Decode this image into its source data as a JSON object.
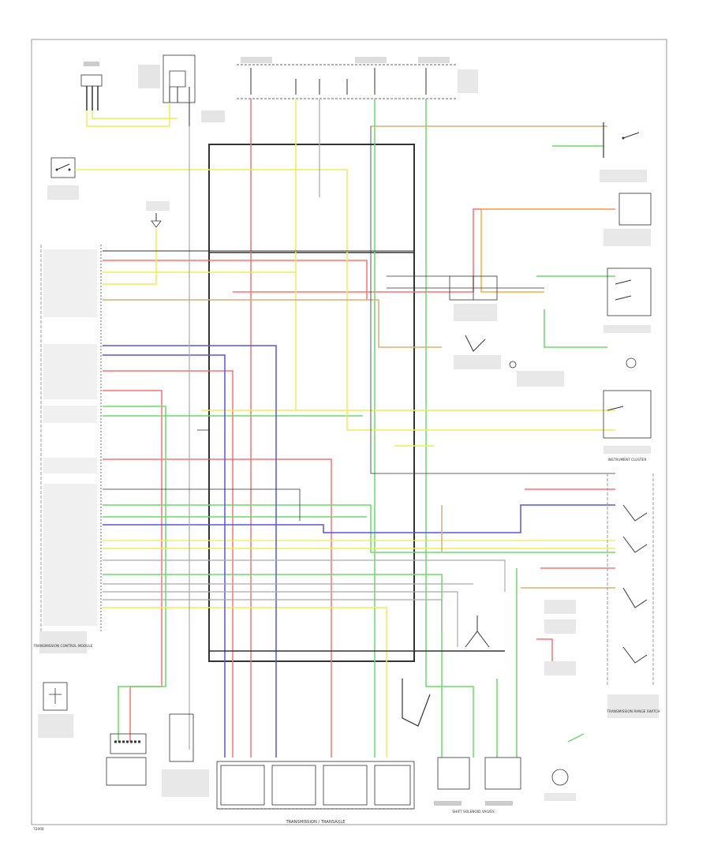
{
  "colors": {
    "black": "#333333",
    "red": "#ff7070",
    "green": "#66dd66",
    "yellow": "#eeee55",
    "blue": "#5555ee",
    "orange": "#ffaa44",
    "tan": "#d8b070",
    "grey": "#999999"
  },
  "labels": {
    "transaxle_caption": "TRANSMISSION / TRANSAXLE",
    "shift_solenoids_caption": "SHIFT SOLENOID VALVES",
    "range_switch_caption": "TRANSMISSION RANGE SWITCH",
    "tcm_caption": "TRANSMISSION CONTROL MODULE",
    "instrument_cluster_caption": "INSTRUMENT CLUSTER",
    "footer_ref": "72000"
  }
}
